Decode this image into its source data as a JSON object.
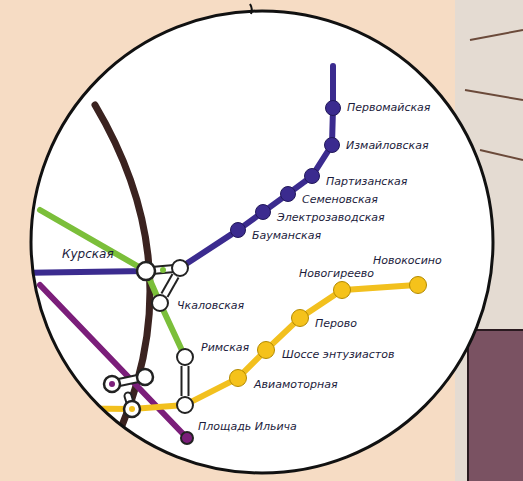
{
  "diagram": {
    "nodes": [
      {
        "text": [
          "Первомайская"
        ]
      },
      {
        "text": [
          "Измайловская"
        ]
      },
      {
        "text": [
          "Партизанская"
        ]
      },
      {
        "text": [
          "Семеновская"
        ]
      },
      {
        "text": [
          "Электрозаводская"
        ]
      },
      {
        "text": [
          "Бауманская"
        ]
      },
      {
        "text": [
          "Курская"
        ]
      },
      {
        "text": [
          "Чкаловская"
        ]
      },
      {
        "text": [
          "Новокосино"
        ]
      },
      {
        "text": [
          "Новогиреево"
        ]
      },
      {
        "text": [
          "Перово"
        ]
      },
      {
        "text": [
          "Шоссе энтузиастов"
        ]
      },
      {
        "text": [
          "Римская"
        ]
      },
      {
        "text": [
          "Авиамоторная"
        ]
      },
      {
        "text": [
          "Площадь Ильича"
        ]
      }
    ],
    "edges": [
      {
        "from": 0,
        "to": 1,
        "arrow": "none"
      },
      {
        "from": 1,
        "to": 2,
        "arrow": "none"
      },
      {
        "from": 2,
        "to": 3,
        "arrow": "none"
      },
      {
        "from": 3,
        "to": 4,
        "arrow": "none"
      },
      {
        "from": 4,
        "to": 5,
        "arrow": "none"
      },
      {
        "from": 5,
        "to": 6,
        "arrow": "none"
      },
      {
        "from": 6,
        "to": 7,
        "arrow": "none"
      },
      {
        "from": 7,
        "to": 12,
        "arrow": "none"
      },
      {
        "from": 12,
        "to": 14,
        "arrow": "none"
      },
      {
        "from": 8,
        "to": 9,
        "arrow": "none"
      },
      {
        "from": 9,
        "to": 10,
        "arrow": "none"
      },
      {
        "from": 10,
        "to": 11,
        "arrow": "none"
      },
      {
        "from": 11,
        "to": 13,
        "arrow": "none"
      },
      {
        "from": 13,
        "to": 14,
        "arrow": "none"
      }
    ]
  }
}
